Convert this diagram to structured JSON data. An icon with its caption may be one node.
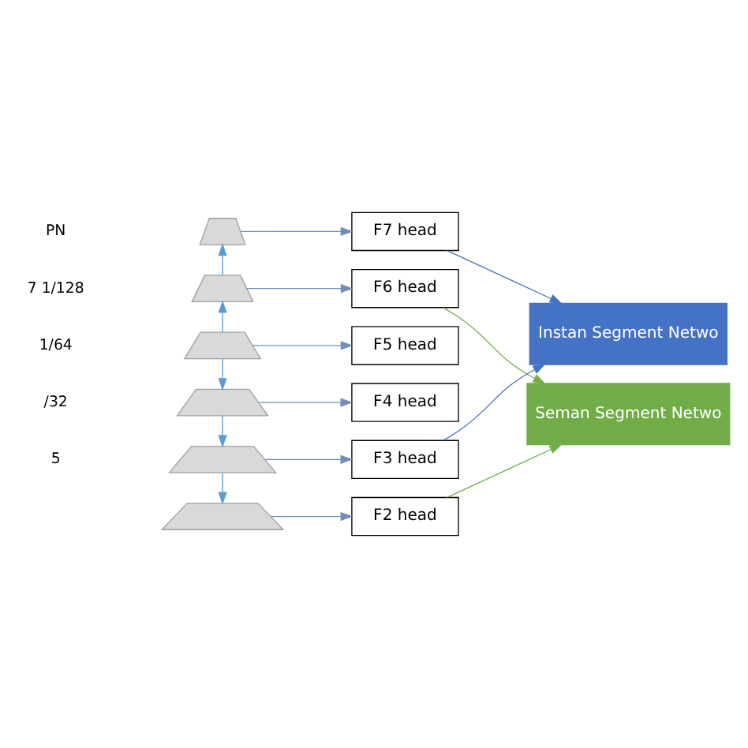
{
  "diagram": {
    "nodes": [
      {
        "text": [],
        "shape": "trapezoid"
      },
      {
        "text": [],
        "shape": "trapezoid"
      },
      {
        "text": [],
        "shape": "trapezoid"
      },
      {
        "text": [],
        "shape": "trapezoid"
      },
      {
        "text": [],
        "shape": "trapezoid"
      },
      {
        "text": [],
        "shape": "trapezoid"
      },
      {
        "text": [
          "F7 head"
        ]
      },
      {
        "text": [
          "F6 head"
        ]
      },
      {
        "text": [
          "F5 head"
        ]
      },
      {
        "text": [
          "F4 head"
        ]
      },
      {
        "text": [
          "F3 head"
        ]
      },
      {
        "text": [
          "F2 head"
        ]
      },
      {
        "text": [
          "Instan Segment Netwo"
        ]
      },
      {
        "text": [
          "Seman Segment Netwo"
        ]
      }
    ],
    "edges": [
      {
        "from": 0,
        "to": 6,
        "arrow": "to"
      },
      {
        "from": 1,
        "to": 7,
        "arrow": "to"
      },
      {
        "from": 2,
        "to": 8,
        "arrow": "to"
      },
      {
        "from": 3,
        "to": 9,
        "arrow": "to"
      },
      {
        "from": 4,
        "to": 10,
        "arrow": "to"
      },
      {
        "from": 5,
        "to": 11,
        "arrow": "to"
      },
      {
        "from": 1,
        "to": 0,
        "arrow": "to",
        "color": "#5b9bd5"
      },
      {
        "from": 2,
        "to": 1,
        "arrow": "to",
        "color": "#5b9bd5"
      },
      {
        "from": 2,
        "to": 3,
        "arrow": "to",
        "color": "#5b9bd5"
      },
      {
        "from": 3,
        "to": 4,
        "arrow": "to",
        "color": "#5b9bd5"
      },
      {
        "from": 4,
        "to": 5,
        "arrow": "to",
        "color": "#5b9bd5"
      },
      {
        "from": 6,
        "to": 12,
        "arrow": "to",
        "color": "#4472c4"
      },
      {
        "from": 10,
        "to": 12,
        "arrow": "to",
        "color": "#4472c4"
      },
      {
        "from": 7,
        "to": 13,
        "arrow": "to",
        "color": "#70ad47"
      },
      {
        "from": 11,
        "to": 13,
        "arrow": "to",
        "color": "#70ad47"
      }
    ],
    "labels": [
      "PN",
      "7 1/128",
      "1/64",
      "/32",
      "5"
    ]
  }
}
